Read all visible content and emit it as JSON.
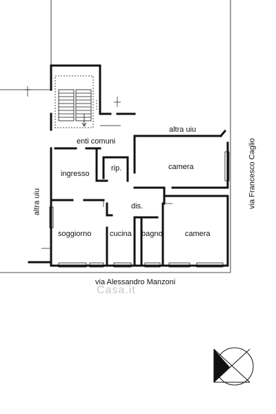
{
  "rooms": {
    "enti_comuni": "enti comuni",
    "altra_uiu_top": "altra uiu",
    "ingresso": "ingresso",
    "rip": "rip.",
    "camera_top": "camera",
    "dis": "dis.",
    "soggiorno": "soggiorno",
    "cucina": "cucina",
    "bagno": "bagno",
    "camera_bottom": "camera"
  },
  "streets": {
    "bottom": "via Alessandro  Manzoni",
    "right": "via Francesco Caglio",
    "left": "altra uiu"
  },
  "watermark": "Casa.it",
  "compass": {
    "icon": "north-arrow-icon"
  },
  "colors": {
    "wall": "#111111",
    "background": "#ffffff"
  }
}
